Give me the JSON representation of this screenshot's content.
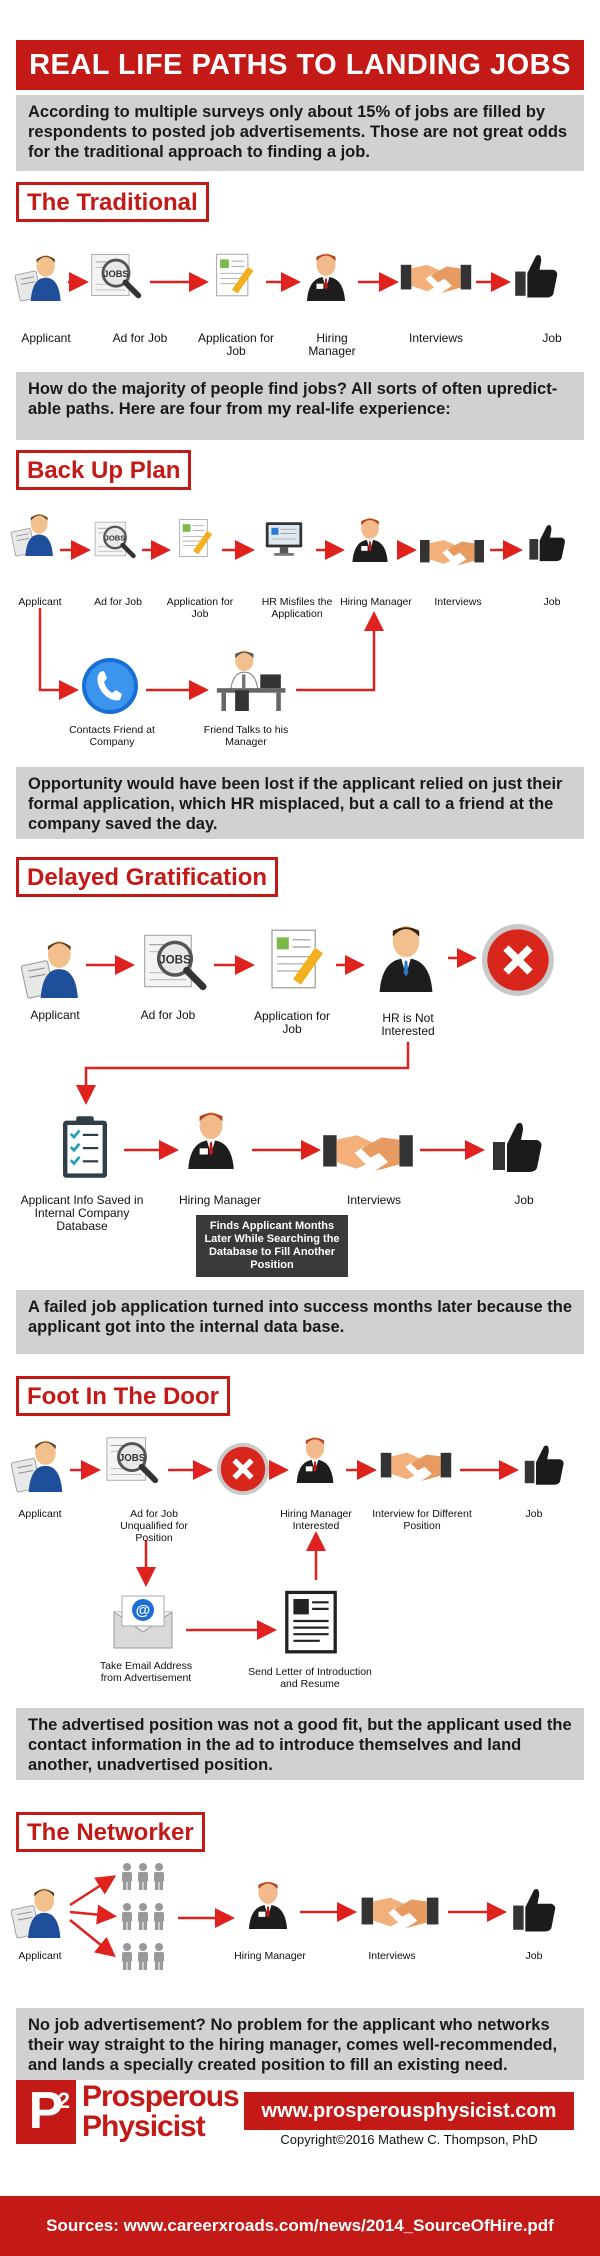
{
  "title": "REAL LIFE PATHS TO LANDING JOBS",
  "intro": "According to multiple surveys only about 15% of jobs are filled by respondents to posted job advertisements. Those are not great odds for the traditional approach to finding a job.",
  "sections": {
    "traditional": {
      "title": "The Traditional",
      "labels": [
        "Applicant",
        "Ad for Job",
        "Application for Job",
        "Hiring Manager",
        "Interviews",
        "Job"
      ]
    },
    "transition": "How do the majority of people find jobs? All sorts of often upredict-able paths. Here are four from my real-life experience:",
    "backup": {
      "title": "Back Up Plan",
      "labels": [
        "Applicant",
        "Ad for Job",
        "Application for Job",
        "HR Misfiles the Application",
        "Hiring Manager",
        "Interviews",
        "Job"
      ],
      "branch_labels": [
        "Contacts Friend at Company",
        "Friend Talks to his Manager"
      ],
      "summary": "Opportunity would have been lost if the applicant relied on just their formal application, which HR misplaced, but a call to a friend at the company saved the day."
    },
    "delayed": {
      "title": "Delayed Gratification",
      "labels": [
        "Applicant",
        "Ad for Job",
        "Application for Job",
        "HR is Not Interested"
      ],
      "row2_labels": [
        "Applicant Info Saved in Internal Company Database",
        "Hiring Manager",
        "Interviews",
        "Job"
      ],
      "note": "Finds Applicant Months Later While Searching the Database to Fill Another Position",
      "summary": "A failed job application turned into success months later because the applicant got into the internal data base."
    },
    "foot": {
      "title": "Foot In The Door",
      "labels": [
        "Applicant",
        "Ad for Job Unqualified for Position",
        "Hiring Manager Interested",
        "Interview for Different Position",
        "Job"
      ],
      "branch_labels": [
        "Take Email Address from Advertisement",
        "Send Letter of Introduction and Resume"
      ],
      "summary": "The advertised position was not a good fit, but the applicant used the contact information in the ad to introduce themselves and land another, unadvertised position."
    },
    "networker": {
      "title": "The Networker",
      "labels": [
        "Applicant",
        "Hiring Manager",
        "Interviews",
        "Job"
      ],
      "summary": "No job advertisement? No problem for the applicant who networks their way straight to the hiring manager, comes well-recommended, and lands a specially created position to fill an existing need."
    }
  },
  "footer": {
    "logo_letter": "P",
    "logo_sup": "2",
    "logo_line1": "Prosperous",
    "logo_line2": "Physicist",
    "url": "www.prosperousphysicist.com",
    "copyright": "Copyright©2016 Mathew C. Thompson, PhD",
    "sources": "Sources: www.careerxroads.com/news/2014_SourceOfHire.pdf"
  },
  "colors": {
    "accent": "#c41a17",
    "gray": "#d1d1d1",
    "dark": "#3a3a3a"
  }
}
